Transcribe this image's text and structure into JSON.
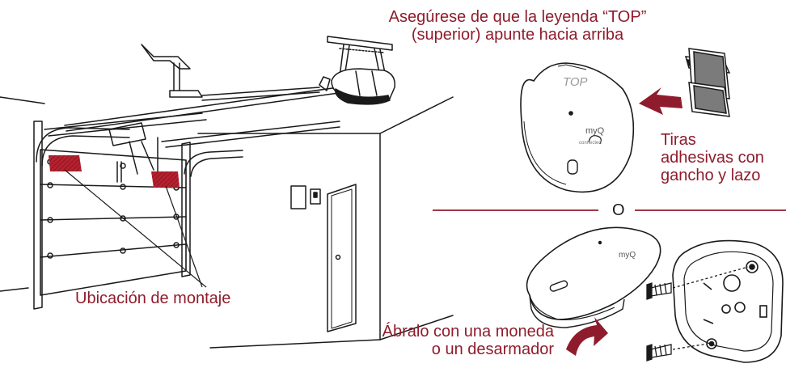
{
  "colors": {
    "accent": "#8f1c2c",
    "line": "#1a1a1a",
    "mount_fill": "#b7202e"
  },
  "labels": {
    "top_instruction": [
      "Asegúrese de que la leyenda “TOP”",
      "(superior) apunte hacia arriba"
    ],
    "strips": [
      "Tiras",
      "adhesivas con",
      "gancho y lazo"
    ],
    "or": "O",
    "mounting": "Ubicación de montaje",
    "open_coin": [
      "Ábralo con una moneda",
      "o un desarmador"
    ]
  },
  "device": {
    "top_marking": "TOP",
    "brand": "myQ",
    "brand_sub": "connected"
  }
}
